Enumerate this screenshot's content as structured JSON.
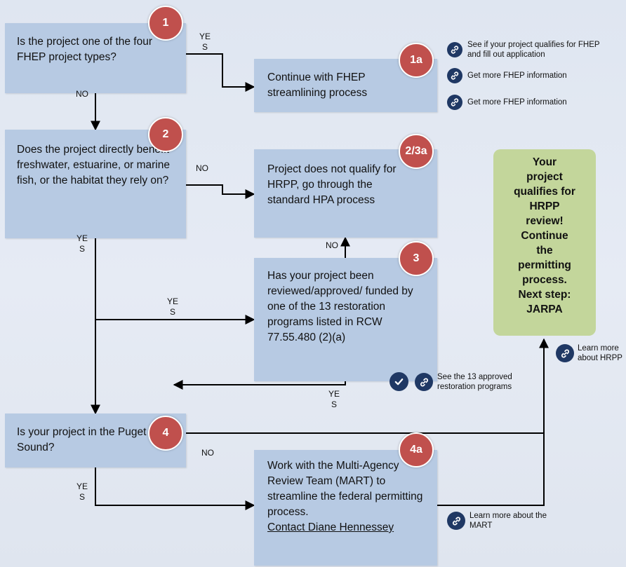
{
  "step1": {
    "badge": "1",
    "text": "Is the project one of the four FHEP project types?"
  },
  "step1a": {
    "badge": "1a",
    "text": "Continue with FHEP streamlining process"
  },
  "step2": {
    "badge": "2",
    "text": "Does the project directly benefit freshwater, estuarine, or marine fish, or the habitat they rely on?"
  },
  "step23a": {
    "badge": "2/3a",
    "text": "Project does not qualify for HRPP, go through the standard HPA process"
  },
  "step3": {
    "badge": "3",
    "text": "Has your project been reviewed/approved/ funded by one of the 13 restoration programs listed in RCW 77.55.480 (2)(a)"
  },
  "step4": {
    "badge": "4",
    "text": "Is your project in the Puget Sound?"
  },
  "step4a": {
    "badge": "4a",
    "text": "Work with the Multi-Agency Review Team (MART) to streamline the federal permitting process.",
    "link": "Contact Diane Hennessey"
  },
  "result": {
    "text": "Your project qualifies for HRPP review! Continue the permitting process. Next step: JARPA"
  },
  "labels": {
    "yes1": "YE\nS",
    "no1": "NO",
    "no2": "NO",
    "yes2": "YE\nS",
    "yes3": "YE\nS",
    "no3": "NO",
    "yes3b": "YE\nS",
    "no4": "NO",
    "yes4": "YE\nS"
  },
  "links": {
    "fhep_qualify": "See if your project qualifies for FHEP and fill out application",
    "fhep_info1": "Get more FHEP information",
    "fhep_info2": "Get more FHEP information",
    "hrpp": "Learn more about HRPP",
    "programs": "See the 13 approved restoration programs",
    "mart": "Learn more about the MART"
  },
  "icons": {
    "link": "link-icon",
    "check": "checkmark-icon"
  },
  "colors": {
    "box": "#b7cae3",
    "badge": "#c0504d",
    "result": "#c3d69b",
    "icon": "#1f3864"
  }
}
